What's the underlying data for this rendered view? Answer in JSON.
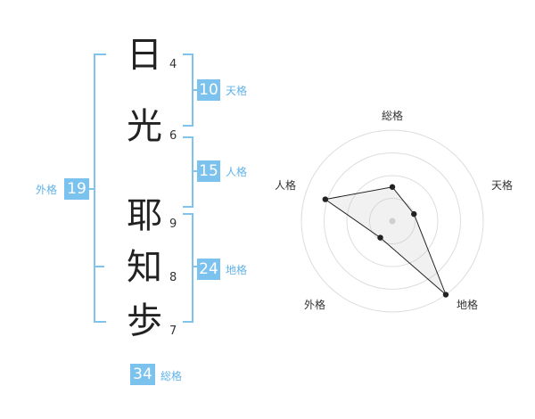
{
  "name_chars": [
    {
      "char": "日",
      "strokes": "4"
    },
    {
      "char": "光",
      "strokes": "6"
    },
    {
      "char": "耶",
      "strokes": "9"
    },
    {
      "char": "知",
      "strokes": "8"
    },
    {
      "char": "歩",
      "strokes": "7"
    }
  ],
  "kakusu": {
    "tenkaku": {
      "value": "10",
      "label": "天格"
    },
    "jinkaku": {
      "value": "15",
      "label": "人格"
    },
    "chikaku": {
      "value": "24",
      "label": "地格"
    },
    "gaikaku": {
      "value": "19",
      "label": "外格"
    },
    "soukaku": {
      "value": "34",
      "label": "総格"
    }
  },
  "colors": {
    "accent": "#7cc2ee",
    "bracket": "#80c4ee",
    "label": "#62b3e8"
  },
  "chart_data": {
    "type": "radar",
    "axes": [
      "総格",
      "天格",
      "地格",
      "外格",
      "人格"
    ],
    "rings": 4,
    "values": [
      1.5,
      1.0,
      4.0,
      0.9,
      3.1
    ],
    "max": 4
  }
}
